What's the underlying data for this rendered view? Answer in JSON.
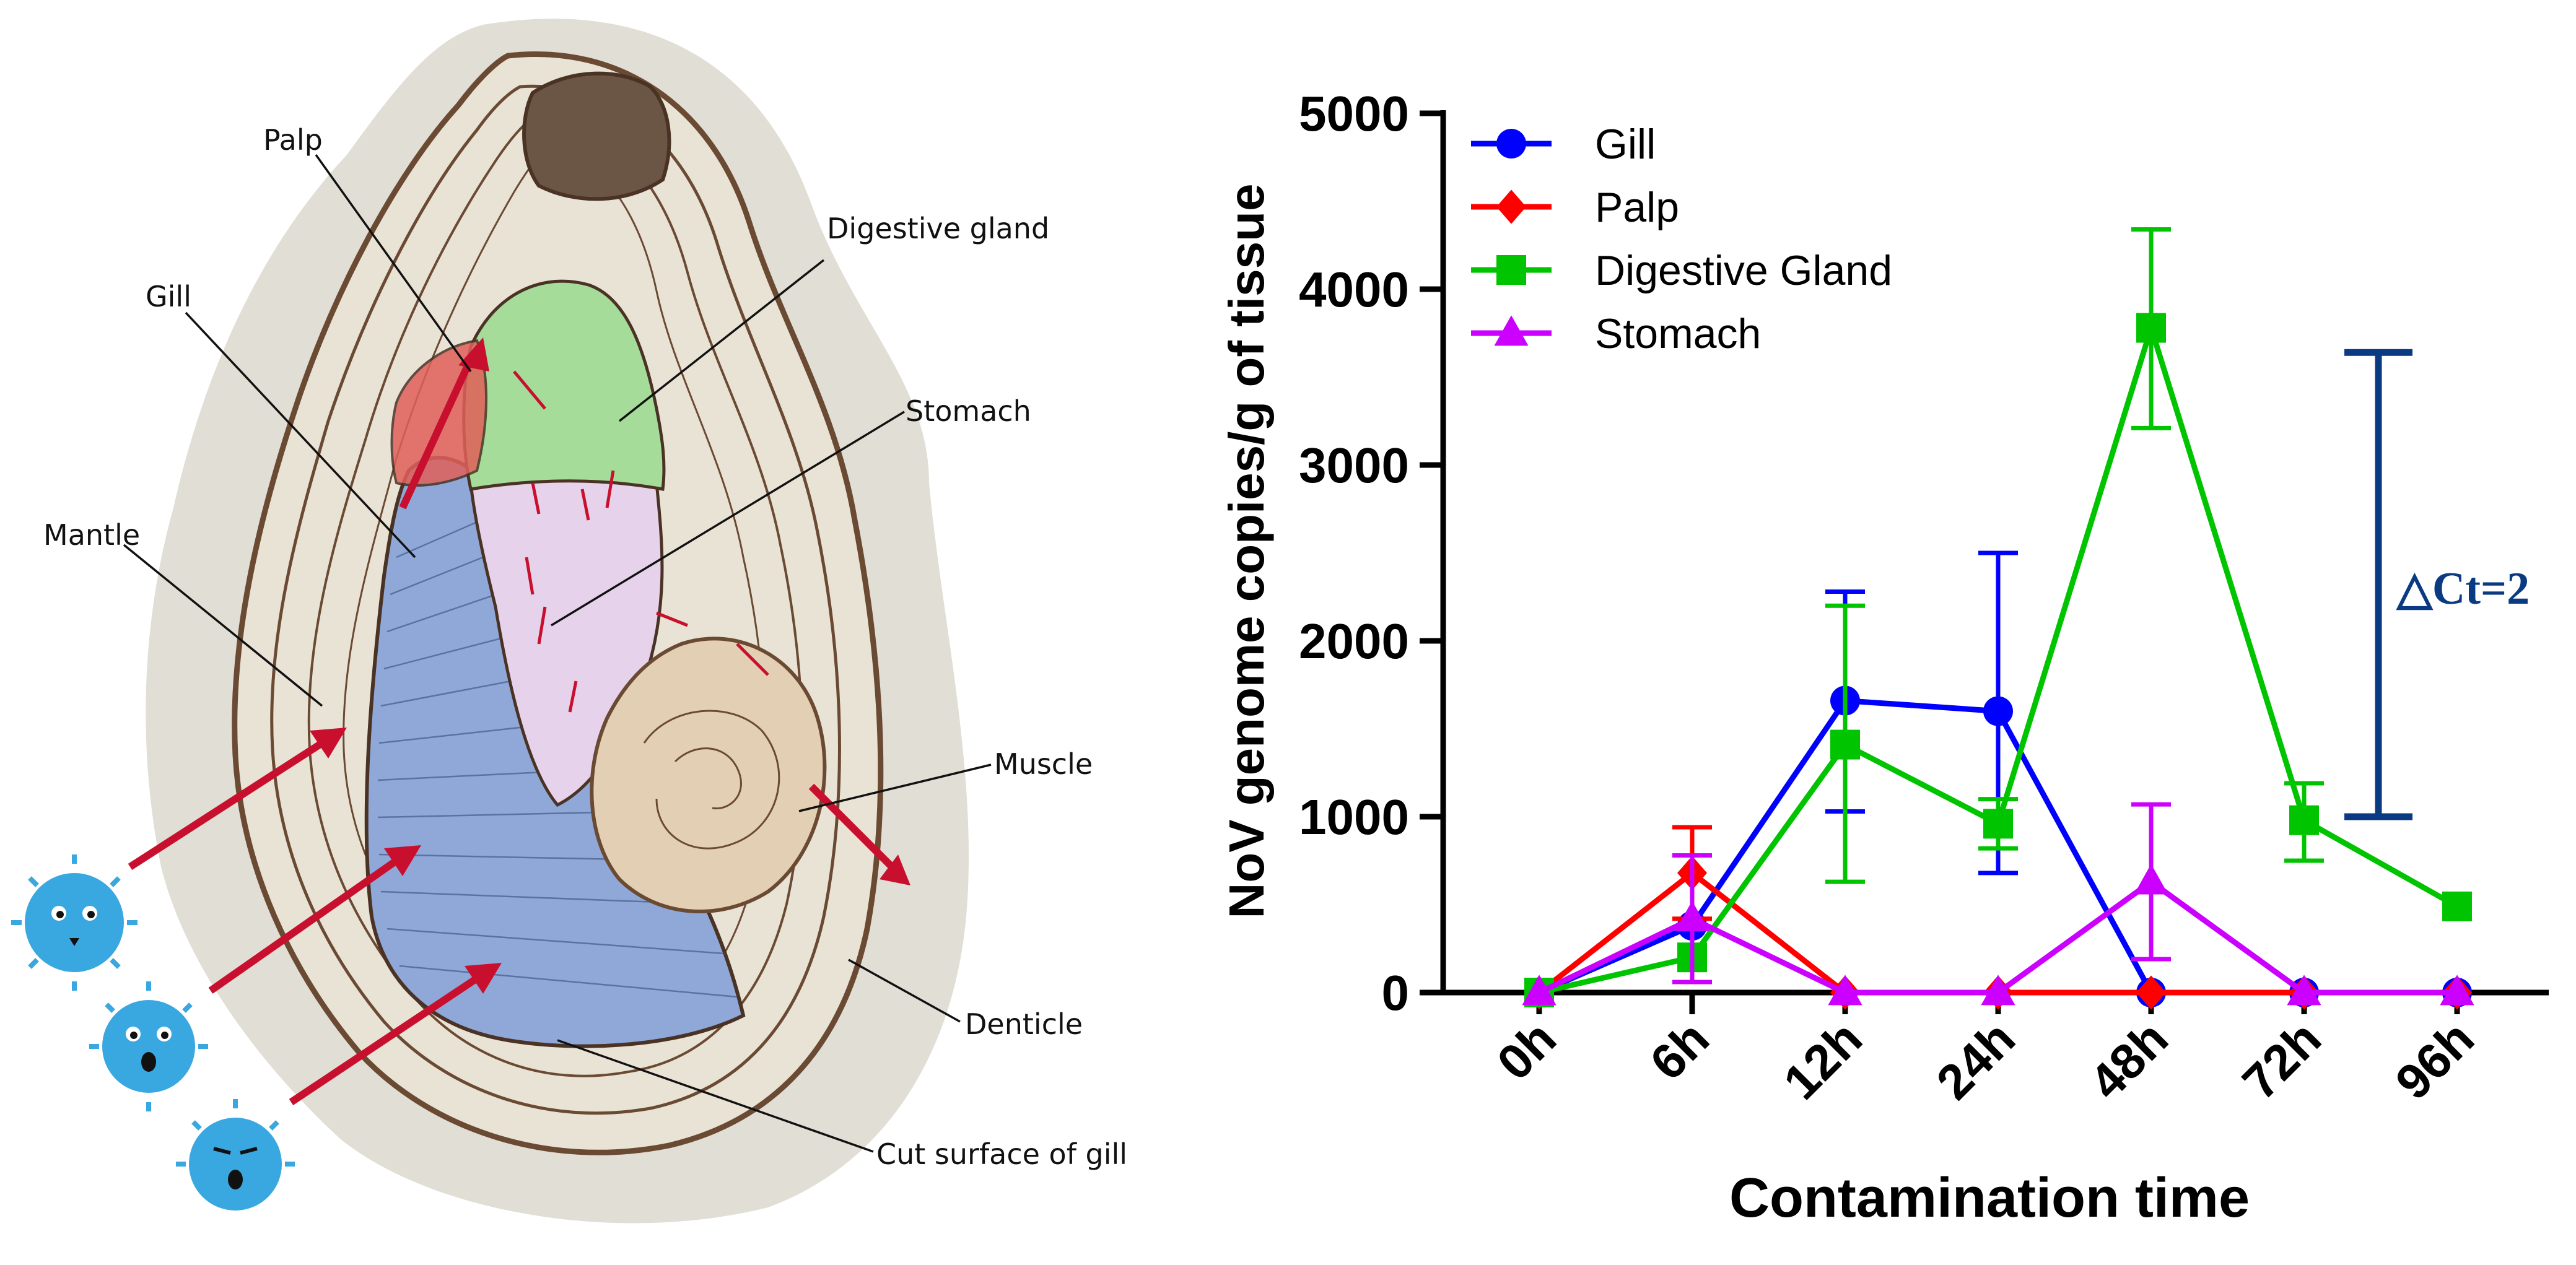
{
  "illustration": {
    "labels": {
      "palp": "Palp",
      "digestive_gland": "Digestive gland",
      "gill": "Gill",
      "stomach": "Stomach",
      "mantle": "Mantle",
      "muscle": "Muscle",
      "denticle": "Denticle",
      "cut_surface": "Cut surface of gill"
    },
    "colors": {
      "gill": "#8fa8d8",
      "palp": "#e0605a",
      "digestive_gland": "#a6dc9a",
      "stomach": "#e6d2ea",
      "muscle": "#e3cfb3",
      "shell_line": "#6b4a33",
      "arrow": "#c8102e",
      "virus": "#3aa8e0"
    }
  },
  "chart_data": {
    "type": "line",
    "title": "",
    "xlabel": "Contamination time",
    "ylabel": "NoV genome copies/g of tissue",
    "categories": [
      "0h",
      "6h",
      "12h",
      "24h",
      "48h",
      "72h",
      "96h"
    ],
    "ylim": [
      0,
      5000
    ],
    "yticks": [
      0,
      1000,
      2000,
      3000,
      4000,
      5000
    ],
    "legend_position": "top-left",
    "grid": false,
    "series": [
      {
        "name": "Gill",
        "color": "#0000ff",
        "marker": "circle",
        "values": [
          0,
          380,
          1660,
          1600,
          0,
          0,
          0
        ],
        "error": [
          [
            0,
            0
          ],
          [
            0,
            0
          ],
          [
            630,
            620
          ],
          [
            920,
            900
          ],
          [
            0,
            0
          ],
          [
            0,
            0
          ],
          [
            0,
            0
          ]
        ]
      },
      {
        "name": "Palp",
        "color": "#ff0000",
        "marker": "diamond",
        "values": [
          0,
          680,
          0,
          0,
          0,
          0,
          0
        ],
        "error": [
          [
            0,
            0
          ],
          [
            260,
            260
          ],
          [
            0,
            0
          ],
          [
            0,
            0
          ],
          [
            0,
            0
          ],
          [
            0,
            0
          ],
          [
            0,
            0
          ]
        ]
      },
      {
        "name": "Digestive Gland",
        "color": "#00c400",
        "marker": "square",
        "values": [
          0,
          200,
          1410,
          960,
          3780,
          980,
          490
        ],
        "error": [
          [
            0,
            0
          ],
          [
            0,
            0
          ],
          [
            780,
            790
          ],
          [
            140,
            140
          ],
          [
            570,
            560
          ],
          [
            230,
            210
          ],
          [
            0,
            0
          ]
        ]
      },
      {
        "name": "Stomach",
        "color": "#cc00ff",
        "marker": "triangle",
        "values": [
          0,
          420,
          0,
          0,
          630,
          0,
          0
        ],
        "error": [
          [
            0,
            0
          ],
          [
            360,
            360
          ],
          [
            0,
            0
          ],
          [
            0,
            0
          ],
          [
            440,
            440
          ],
          [
            0,
            0
          ],
          [
            0,
            0
          ]
        ]
      }
    ],
    "annotation": {
      "text": "△Ct=2",
      "color": "#0a3a82",
      "range": [
        1000,
        3640
      ]
    }
  }
}
